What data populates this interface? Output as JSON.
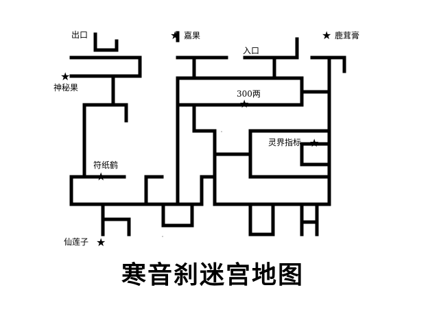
{
  "title": "寒音刹迷宫地图",
  "labels": {
    "exit": "出口",
    "entrance": "入口",
    "jiaguo": "嘉果",
    "lurong": "鹿茸膏",
    "shenmi": "神秘果",
    "money": "300两",
    "lingjie": "灵界指标",
    "fuzhihe": "符纸鹤",
    "xianlian": "仙莲子"
  },
  "icons": {
    "marker": "star-icon"
  },
  "colors": {
    "wall": "#000000",
    "background": "#ffffff"
  }
}
